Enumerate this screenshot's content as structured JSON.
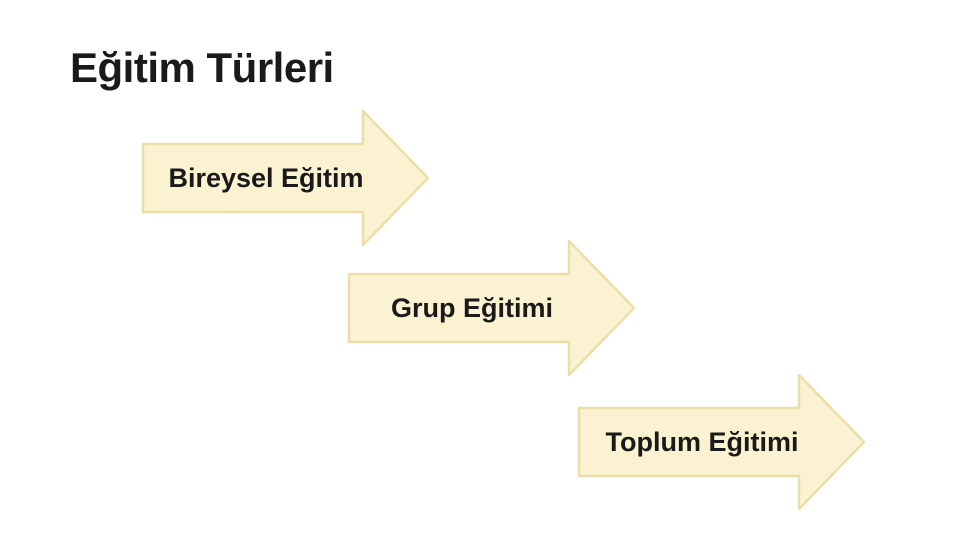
{
  "slide": {
    "title": "Eğitim Türleri",
    "arrows": [
      {
        "label": "Bireysel Eğitim"
      },
      {
        "label": "Grup Eğitimi"
      },
      {
        "label": "Toplum Eğitimi"
      }
    ],
    "colors": {
      "background": "#ffffff",
      "arrow_fill": "#fbf2d2",
      "arrow_border": "#ecdea9",
      "text": "#1a1a1a"
    }
  }
}
